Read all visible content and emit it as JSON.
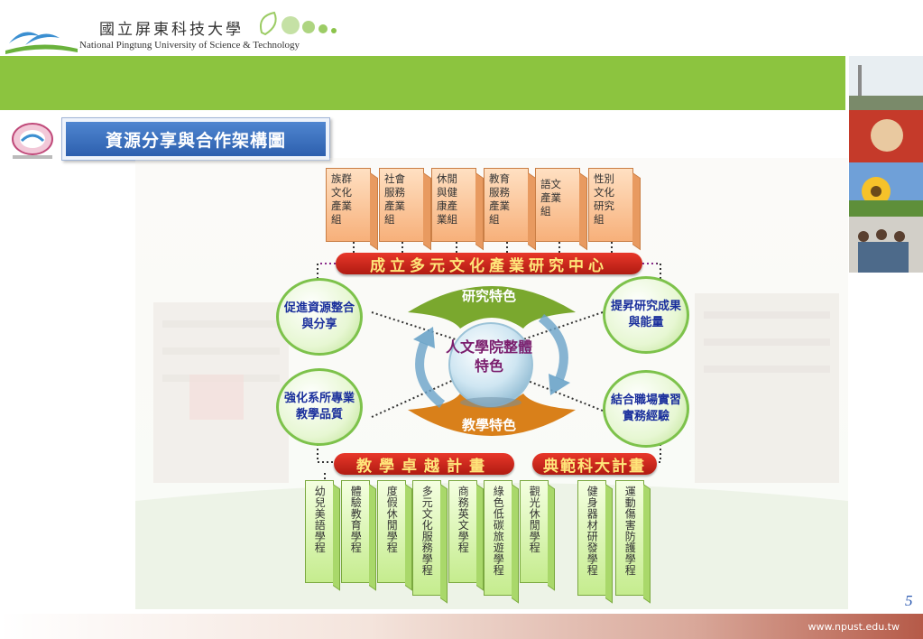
{
  "header": {
    "university_cn": "國立屏東科技大學",
    "university_en": "National Pingtung University of Science & Technology"
  },
  "title": "資源分享與合作架構圖",
  "top_groups": [
    [
      "族群",
      "文化",
      "產業",
      "組"
    ],
    [
      "社會",
      "服務",
      "產業",
      "組"
    ],
    [
      "休閒",
      "與健",
      "康產",
      "業組"
    ],
    [
      "教育",
      "服務",
      "產業",
      "組"
    ],
    [
      "語文",
      "產業",
      "組"
    ],
    [
      "性別",
      "文化",
      "研究",
      "組"
    ]
  ],
  "top_banner": "成立多元文化產業研究中心",
  "left_circles": [
    "促進資源整合與分享",
    "強化系所專業教學品質"
  ],
  "right_circles": [
    "提昇研究成果與能量",
    "結合職場實習實務經驗"
  ],
  "center": {
    "research": "研究特色",
    "core": "人文學院整體特色",
    "teaching": "教學特色"
  },
  "bottom_banner_left": "教學卓越計畫",
  "bottom_banner_right": "典範科大計畫",
  "programs_left": [
    "幼兒美語學程",
    "體驗教育學程",
    "度假休閒學程",
    "多元文化服務學程",
    "商務英文學程",
    "綠色低碳旅遊學程",
    "觀光休閒學程"
  ],
  "programs_right": [
    "健身器材研發學程",
    "運動傷害防護學程"
  ],
  "page_number": "5",
  "footer_url": "www.npust.edu.tw",
  "colors": {
    "green_bar": "#8cc43f",
    "banner_red": "#c9261b",
    "title_blue": "#3b70c2"
  }
}
